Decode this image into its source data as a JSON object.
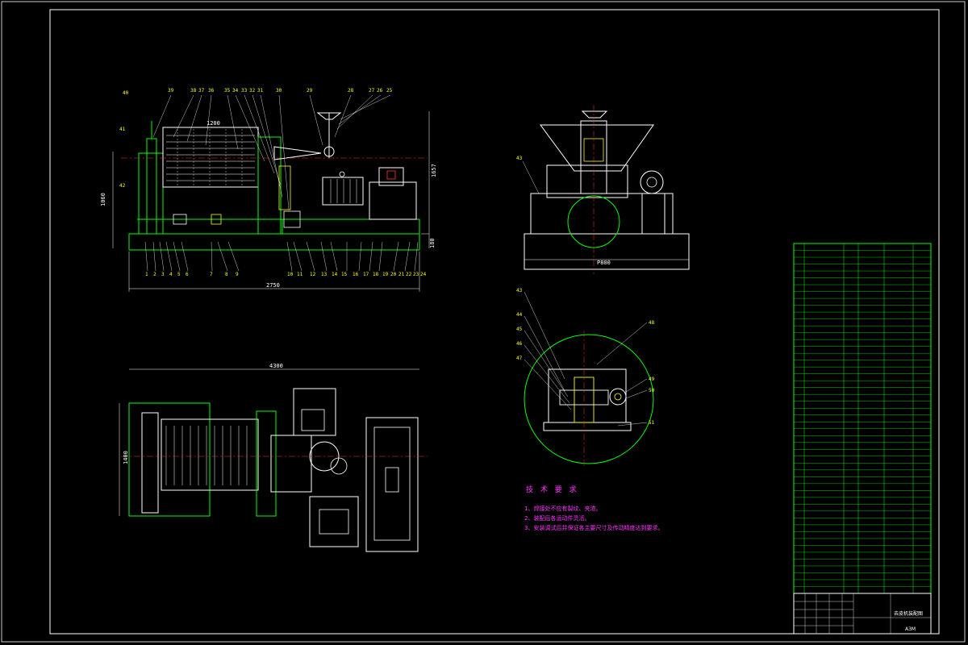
{
  "drawing": {
    "dimensions": {
      "front_width_top": "1200",
      "front_height_left": "1060",
      "front_height_right": "1657",
      "front_base_height": "180",
      "front_total_length": "2750",
      "side_width": "P800",
      "plan_length": "4300",
      "plan_width": "1400"
    },
    "front_top_labels": [
      "40",
      "39",
      "38",
      "37",
      "36",
      "35",
      "34",
      "33",
      "32",
      "31",
      "30",
      "29",
      "28",
      "27",
      "26",
      "25"
    ],
    "front_bottom_labels": [
      "1",
      "2",
      "3",
      "4",
      "5",
      "6",
      "7",
      "8",
      "9",
      "10",
      "11",
      "12",
      "13",
      "14",
      "15",
      "16",
      "17",
      "18",
      "19",
      "20",
      "21",
      "22",
      "23",
      "24"
    ],
    "front_left_labels": [
      "41",
      "42"
    ],
    "side_label": "43",
    "detail_labels": [
      "43",
      "44",
      "45",
      "46",
      "47",
      "48",
      "49",
      "50",
      "51"
    ],
    "technical_requirements": {
      "title": "技 术 要 求",
      "items": [
        "1、焊接处不应有裂纹、夹渣。",
        "2、装配后各运动件灵活。",
        "3、安装调试后并保证各主要尺寸及传动精度达到要求。"
      ]
    },
    "title_block": {
      "drawing_title": "去皮机装配图",
      "size": "A3M"
    },
    "colors": {
      "background": "#000000",
      "outline": "#ffffff",
      "geometry": "#00ff00",
      "annotation": "#ffff00",
      "tech_req": "#ff33ff",
      "hidden": "#ff3333",
      "center": "#ff3333"
    }
  }
}
